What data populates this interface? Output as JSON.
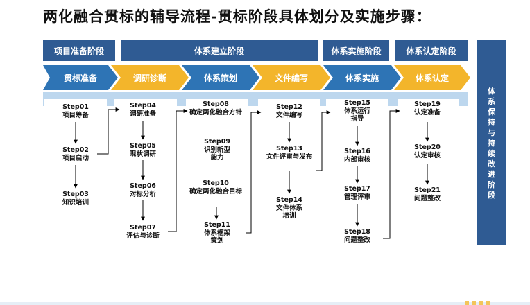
{
  "title": "两化融合贯标的辅导流程-贯标阶段具体划分及实施步骤：",
  "phases": [
    {
      "label": "项目准备阶段"
    },
    {
      "label": "体系建立阶段"
    },
    {
      "label": "体系实施阶段"
    },
    {
      "label": "体系认定阶段"
    }
  ],
  "chevrons": [
    {
      "label": "贯标准备",
      "color": "#2e74b5"
    },
    {
      "label": "调研诊断",
      "color": "#f3b52b"
    },
    {
      "label": "体系策划",
      "color": "#2e74b5"
    },
    {
      "label": "文件编写",
      "color": "#f3b52b"
    },
    {
      "label": "体系实施",
      "color": "#2e74b5"
    },
    {
      "label": "体系认定",
      "color": "#f3b52b"
    }
  ],
  "columns": [
    {
      "steps": [
        {
          "no": "Step01",
          "text": "项目筹备"
        },
        {
          "no": "Step02",
          "text": "项目启动"
        },
        {
          "no": "Step03",
          "text": "知识培训"
        }
      ]
    },
    {
      "steps": [
        {
          "no": "Step04",
          "text": "调研准备"
        },
        {
          "no": "Step05",
          "text": "现状调研"
        },
        {
          "no": "Step06",
          "text": "对标分析"
        },
        {
          "no": "Step07",
          "text": "评估与诊断"
        }
      ]
    },
    {
      "steps": [
        {
          "no": "Step08",
          "text": "确定两化融合方针"
        },
        {
          "no": "Step09",
          "text": "识别新型能力"
        },
        {
          "no": "Step10",
          "text": "确定两化融合目标"
        },
        {
          "no": "Step11",
          "text": "体系框架策划"
        }
      ]
    },
    {
      "steps": [
        {
          "no": "Step12",
          "text": "文件编写"
        },
        {
          "no": "Step13",
          "text": "文件评审与发布"
        },
        {
          "no": "Step14",
          "text": "文件体系培训"
        }
      ]
    },
    {
      "steps": [
        {
          "no": "Step15",
          "text": "体系运行指导"
        },
        {
          "no": "Step16",
          "text": "内部审核"
        },
        {
          "no": "Step17",
          "text": "管理评审"
        },
        {
          "no": "Step18",
          "text": "问题整改"
        }
      ]
    },
    {
      "steps": [
        {
          "no": "Step19",
          "text": "认定准备"
        },
        {
          "no": "Step20",
          "text": "认定审核"
        },
        {
          "no": "Step21",
          "text": "问题整改"
        }
      ]
    }
  ],
  "side_label": "体系保持与持续改进阶段",
  "colors": {
    "phase_bar": "#2f5b93",
    "blue": "#2e74b5",
    "gold": "#f3b52b",
    "track": "#bdd7ee"
  }
}
